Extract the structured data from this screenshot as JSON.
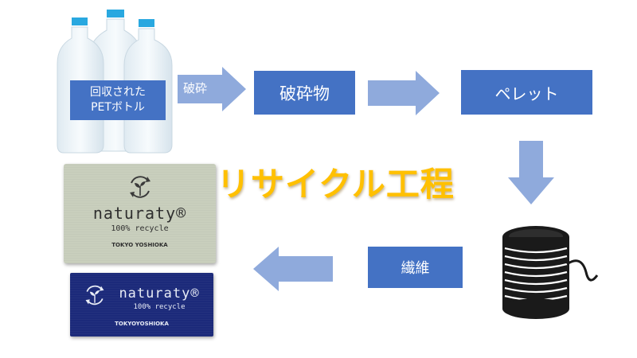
{
  "colors": {
    "box_blue": "#4472c4",
    "arrow_blue": "#8faadc",
    "title_yellow": "#ffc000",
    "tag_light": "#c9cfbd",
    "tag_dark": "#1c2a7a"
  },
  "title": "リサイクル工程",
  "bottles": {
    "label_line1": "回収された",
    "label_line2": "PETボトル"
  },
  "step_crush_label": "破砕",
  "box_crushed": "破砕物",
  "box_pellet": "ペレット",
  "box_fiber": "繊維",
  "tag_light": {
    "brand": "naturaty®",
    "sub": "100% recycle",
    "maker": "TOKYO YOSHIOKA"
  },
  "tag_dark": {
    "brand": "naturaty®",
    "sub": "100% recycle",
    "maker": "TOKYOYOSHIOKA"
  }
}
